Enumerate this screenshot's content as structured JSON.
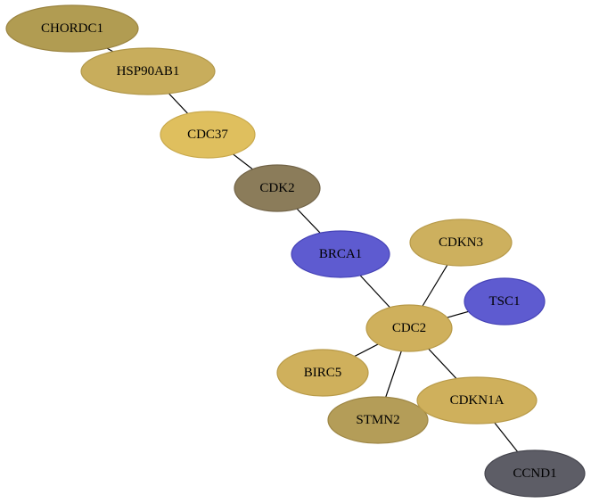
{
  "graph": {
    "nodes": [
      {
        "id": "CHORDC1",
        "label": "CHORDC1",
        "fill": "#b19c52",
        "stroke": "#9b8440"
      },
      {
        "id": "HSP90AB1",
        "label": "HSP90AB1",
        "fill": "#c8ad5c",
        "stroke": "#b2984a"
      },
      {
        "id": "CDC37",
        "label": "CDC37",
        "fill": "#dfbf5e",
        "stroke": "#c9a94c"
      },
      {
        "id": "CDK2",
        "label": "CDK2",
        "fill": "#8b7c5a",
        "stroke": "#726448"
      },
      {
        "id": "BRCA1",
        "label": "BRCA1",
        "fill": "#5e5bd0",
        "stroke": "#4643b7"
      },
      {
        "id": "CDKN3",
        "label": "CDKN3",
        "fill": "#cdb05e",
        "stroke": "#b89b4b"
      },
      {
        "id": "TSC1",
        "label": "TSC1",
        "fill": "#5e5bd0",
        "stroke": "#4643b7"
      },
      {
        "id": "CDC2",
        "label": "CDC2",
        "fill": "#cfb05c",
        "stroke": "#b89a48"
      },
      {
        "id": "BIRC5",
        "label": "BIRC5",
        "fill": "#cfb05c",
        "stroke": "#b89a48"
      },
      {
        "id": "STMN2",
        "label": "STMN2",
        "fill": "#b49d58",
        "stroke": "#9d8645"
      },
      {
        "id": "CDKN1A",
        "label": "CDKN1A",
        "fill": "#cfb05c",
        "stroke": "#b89a48"
      },
      {
        "id": "CCND1",
        "label": "CCND1",
        "fill": "#5d5d66",
        "stroke": "#45454e"
      }
    ],
    "edges": [
      {
        "source": "CHORDC1",
        "target": "HSP90AB1"
      },
      {
        "source": "HSP90AB1",
        "target": "CDC37"
      },
      {
        "source": "CDC37",
        "target": "CDK2"
      },
      {
        "source": "CDK2",
        "target": "BRCA1"
      },
      {
        "source": "BRCA1",
        "target": "CDC2"
      },
      {
        "source": "CDKN3",
        "target": "CDC2"
      },
      {
        "source": "TSC1",
        "target": "CDC2"
      },
      {
        "source": "CDC2",
        "target": "BIRC5"
      },
      {
        "source": "CDC2",
        "target": "STMN2"
      },
      {
        "source": "CDC2",
        "target": "CDKN1A"
      },
      {
        "source": "CDKN1A",
        "target": "CCND1"
      }
    ]
  }
}
